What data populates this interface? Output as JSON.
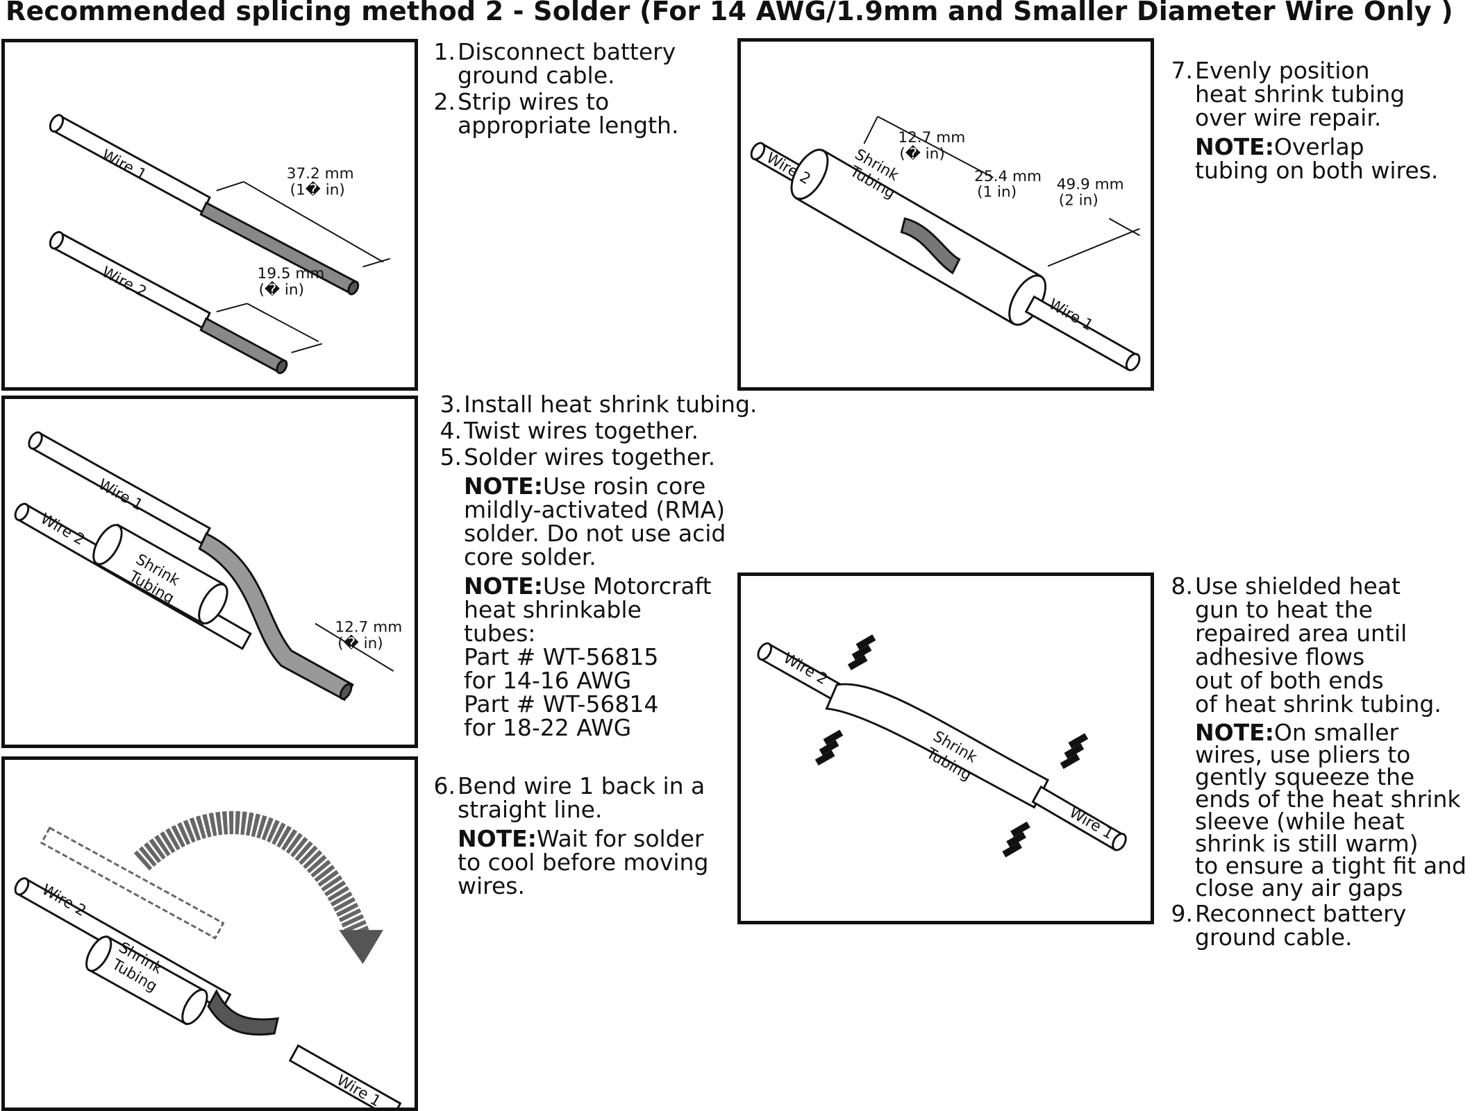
{
  "title": "Recommended splicing method 2 - Solder (For 14 AWG/1.9mm and Smaller Diameter Wire Only )",
  "labels": {
    "wire1": "Wire 1",
    "wire2": "Wire 2",
    "shrink": "Shrink",
    "tubing": "Tubing"
  },
  "fig1": {
    "dim1_mm": "37.2 mm",
    "dim1_in": "(1� in)",
    "dim2_mm": "19.5 mm",
    "dim2_in": "(� in)"
  },
  "fig2": {
    "dim_mm": "12.7 mm",
    "dim_in": "(� in)"
  },
  "fig4": {
    "dim1_mm": "12.7 mm",
    "dim1_in": "(� in)",
    "dim2_mm": "25.4 mm",
    "dim2_in": "(1 in)",
    "dim3_mm": "49.9 mm",
    "dim3_in": "(2 in)"
  },
  "steps_a": [
    {
      "num": "1.",
      "text": "Disconnect battery\nground cable."
    },
    {
      "num": "2.",
      "text": "Strip wires to\nappropriate length."
    }
  ],
  "steps_b": [
    {
      "num": "3.",
      "text": "Install heat shrink tubing."
    },
    {
      "num": "4.",
      "text": "Twist wires together."
    },
    {
      "num": "5.",
      "text": "Solder wires together."
    }
  ],
  "note_b1": {
    "label": "NOTE:",
    "text": "Use rosin core\nmildly-activated (RMA)\nsolder. Do not use acid\ncore solder."
  },
  "note_b2": {
    "label": "NOTE:",
    "text": "Use Motorcraft\nheat shrinkable\ntubes:\nPart # WT-56815\nfor 14-16 AWG\nPart # WT-56814\nfor 18-22 AWG"
  },
  "steps_c": [
    {
      "num": "6.",
      "text": "Bend wire 1 back in a\nstraight line."
    }
  ],
  "note_c": {
    "label": "NOTE:",
    "text": "Wait for solder\nto cool before moving\nwires."
  },
  "steps_d": [
    {
      "num": "7.",
      "text": "Evenly position\nheat shrink tubing\nover wire repair."
    }
  ],
  "note_d": {
    "label": "NOTE:",
    "text": "Overlap\ntubing on both wires."
  },
  "steps_e": [
    {
      "num": "8.",
      "text": "Use shielded heat\ngun to heat the\nrepaired area until\nadhesive flows\nout of both ends\nof heat shrink tubing."
    }
  ],
  "note_e": {
    "label": "NOTE:",
    "text": "On smaller\nwires, use pliers to\ngently squeeze the\nends of the heat shrink\nsleeve (while heat\nshrink is still warm)\nto ensure a tight fit and\nclose any air gaps"
  },
  "steps_f": [
    {
      "num": "9.",
      "text": "Reconnect battery\nground cable."
    }
  ]
}
